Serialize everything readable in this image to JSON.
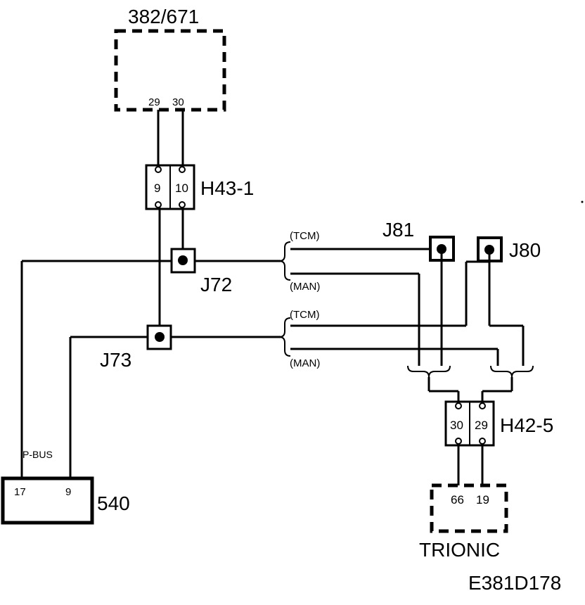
{
  "components": {
    "top_module": {
      "label": "382/671",
      "pins": [
        "29",
        "30"
      ]
    },
    "connector_h43": {
      "label": "H43-1",
      "pins": [
        "9",
        "10"
      ]
    },
    "connector_h42": {
      "label": "H42-5",
      "pins": [
        "30",
        "29"
      ]
    },
    "module_540": {
      "label": "540",
      "pins": [
        "17",
        "9"
      ],
      "wire_label": "P-BUS"
    },
    "trionic": {
      "label": "TRIONIC",
      "pins": [
        "66",
        "19"
      ]
    }
  },
  "junctions": {
    "j72": "J72",
    "j73": "J73",
    "j81": "J81",
    "j80": "J80"
  },
  "branches": {
    "upper_tcm": "(TCM)",
    "upper_man": "(MAN)",
    "lower_tcm": "(TCM)",
    "lower_man": "(MAN)"
  },
  "figure_id": "E381D178"
}
